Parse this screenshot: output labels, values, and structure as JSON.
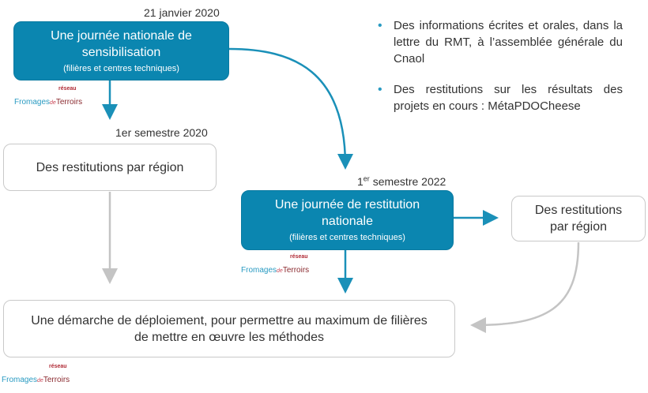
{
  "dates": {
    "date1": "21 janvier 2020",
    "date2": "1er semestre 2020",
    "date3_prefix": "1",
    "date3_sup": "er",
    "date3_suffix": " semestre 2022"
  },
  "box_national_day": {
    "title_line1": "Une journée nationale de",
    "title_line2": "sensibilisation",
    "subtitle": "(filières et centres techniques)"
  },
  "box_regions_1": {
    "title": "Des restitutions par région"
  },
  "box_national_restitution": {
    "title_line1": "Une journée de restitution",
    "title_line2": "nationale",
    "subtitle": "(filières et centres techniques)"
  },
  "box_regions_2": {
    "title_line1": "Des restitutions",
    "title_line2": "par région"
  },
  "box_deployment": {
    "title_line1": "Une démarche de déploiement, pour permettre au maximum de filières",
    "title_line2": "de mettre en œuvre les méthodes"
  },
  "bullets": [
    "Des informations écrites et orales, dans la lettre du RMT, à l’assemblée générale du Cnaol",
    "Des restitutions sur les résultats des projets en cours : MétaPDOCheese"
  ],
  "logo": {
    "reseau": "réseau",
    "fromages": "Fromages",
    "de": "de",
    "terroirs": "Terroirs"
  },
  "colors": {
    "accent_blue": "#0b86b0",
    "arrow_blue": "#1a90b8",
    "arrow_gray": "#c4c4c4",
    "logo_red": "#b02a35"
  }
}
